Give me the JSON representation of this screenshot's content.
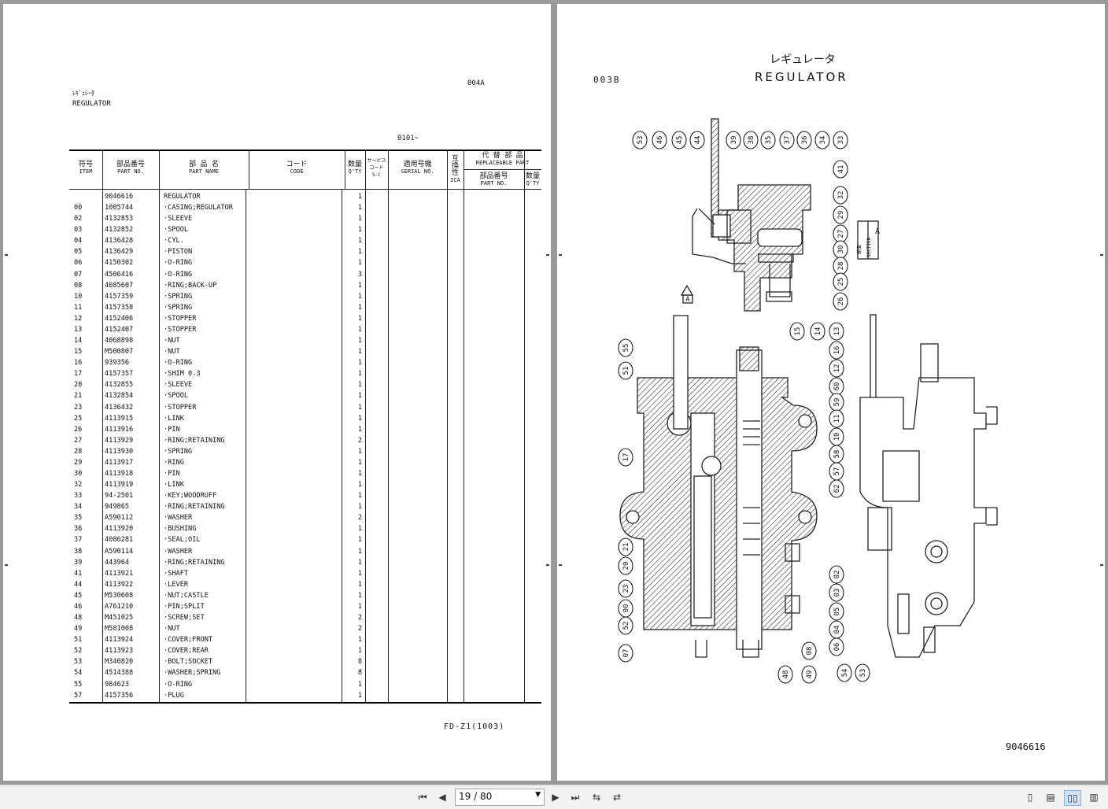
{
  "left_page": {
    "header_jp": "ﾚｷﾞｭﾚｰﾀ",
    "header_en": "REGULATOR",
    "page_code": "004A",
    "serial_range": "0101~",
    "columns": {
      "item_jp": "符号",
      "item_en": "ITEM",
      "part_jp": "部品番号",
      "part_en": "PART NO.",
      "name_jp": "部 品 名",
      "name_en": "PART NAME",
      "code_jp": "コード",
      "code_en": "CODE",
      "qty_jp": "数量",
      "qty_en": "Q'TY",
      "sc_jp": "サービス コード",
      "sc_en": "S-C",
      "serial_jp": "適用号機",
      "serial_en": "SERIAL NO.",
      "ica_jp": "互換性",
      "ica_en": "ICA",
      "repl_jp": "代 替 部 品",
      "repl_en": "REPLACEABLE PART",
      "repl_part_jp": "部品番号",
      "repl_part_en": "PART NO.",
      "repl_qty_jp": "数量",
      "repl_qty_en": "Q'TY"
    },
    "rows": [
      {
        "item": "",
        "part": "9046616",
        "name": "REGULATOR",
        "qty": "1"
      },
      {
        "item": "00",
        "part": "1005744",
        "name": "·CASING;REGULATOR",
        "qty": "1"
      },
      {
        "item": "02",
        "part": "4132853",
        "name": "·SLEEVE",
        "qty": "1"
      },
      {
        "item": "03",
        "part": "4132852",
        "name": "·SPOOL",
        "qty": "1"
      },
      {
        "item": "04",
        "part": "4136428",
        "name": "·CYL.",
        "qty": "1"
      },
      {
        "item": "05",
        "part": "4136429",
        "name": "·PISTON",
        "qty": "1"
      },
      {
        "item": "06",
        "part": "4150302",
        "name": "·O-RING",
        "qty": "1"
      },
      {
        "item": "07",
        "part": "4506416",
        "name": "·O-RING",
        "qty": "3"
      },
      {
        "item": "08",
        "part": "4085607",
        "name": "·RING;BACK-UP",
        "qty": "1"
      },
      {
        "item": "10",
        "part": "4157359",
        "name": "·SPRING",
        "qty": "1"
      },
      {
        "item": "11",
        "part": "4157358",
        "name": "·SPRING",
        "qty": "1"
      },
      {
        "item": "12",
        "part": "4152406",
        "name": "·STOPPER",
        "qty": "1"
      },
      {
        "item": "13",
        "part": "4152407",
        "name": "·STOPPER",
        "qty": "1"
      },
      {
        "item": "14",
        "part": "4068898",
        "name": "·NUT",
        "qty": "1"
      },
      {
        "item": "15",
        "part": "M500807",
        "name": "·NUT",
        "qty": "1"
      },
      {
        "item": "16",
        "part": "939356",
        "name": "·O-RING",
        "qty": "1"
      },
      {
        "item": "17",
        "part": "4157357",
        "name": "·SHIM 0.3",
        "qty": "1"
      },
      {
        "item": "20",
        "part": "4132855",
        "name": "·SLEEVE",
        "qty": "1"
      },
      {
        "item": "21",
        "part": "4132854",
        "name": "·SPOOL",
        "qty": "1"
      },
      {
        "item": "23",
        "part": "4136432",
        "name": "·STOPPER",
        "qty": "1"
      },
      {
        "item": "25",
        "part": "4113915",
        "name": "·LINK",
        "qty": "1"
      },
      {
        "item": "26",
        "part": "4113916",
        "name": "·PIN",
        "qty": "1"
      },
      {
        "item": "27",
        "part": "4113929",
        "name": "·RING;RETAINING",
        "qty": "2"
      },
      {
        "item": "28",
        "part": "4113930",
        "name": "·SPRING",
        "qty": "1"
      },
      {
        "item": "29",
        "part": "4113917",
        "name": "·RING",
        "qty": "1"
      },
      {
        "item": "30",
        "part": "4113918",
        "name": "·PIN",
        "qty": "1"
      },
      {
        "item": "32",
        "part": "4113919",
        "name": "·LINK",
        "qty": "1"
      },
      {
        "item": "33",
        "part": "94-2501",
        "name": "·KEY;WOODRUFF",
        "qty": "1"
      },
      {
        "item": "34",
        "part": "949865",
        "name": "·RING;RETAINING",
        "qty": "1"
      },
      {
        "item": "35",
        "part": "A590112",
        "name": "·WASHER",
        "qty": "2"
      },
      {
        "item": "36",
        "part": "4113920",
        "name": "·BUSHING",
        "qty": "1"
      },
      {
        "item": "37",
        "part": "4086281",
        "name": "·SEAL;OIL",
        "qty": "1"
      },
      {
        "item": "38",
        "part": "A590114",
        "name": "·WASHER",
        "qty": "1"
      },
      {
        "item": "39",
        "part": "443964",
        "name": "·RING;RETAINING",
        "qty": "1"
      },
      {
        "item": "41",
        "part": "4113921",
        "name": "·SHAFT",
        "qty": "1"
      },
      {
        "item": "44",
        "part": "4113922",
        "name": "·LEVER",
        "qty": "1"
      },
      {
        "item": "45",
        "part": "M530608",
        "name": "·NUT;CASTLE",
        "qty": "1"
      },
      {
        "item": "46",
        "part": "A761210",
        "name": "·PIN;SPLIT",
        "qty": "1"
      },
      {
        "item": "48",
        "part": "M451025",
        "name": "·SCREW;SET",
        "qty": "2"
      },
      {
        "item": "49",
        "part": "M581008",
        "name": "·NUT",
        "qty": "2"
      },
      {
        "item": "51",
        "part": "4113924",
        "name": "·COVER;FRONT",
        "qty": "1"
      },
      {
        "item": "52",
        "part": "4113923",
        "name": "·COVER;REAR",
        "qty": "1"
      },
      {
        "item": "53",
        "part": "M340820",
        "name": "·BOLT;SOCKET",
        "qty": "8"
      },
      {
        "item": "54",
        "part": "4514388",
        "name": "·WASHER;SPRING",
        "qty": "8"
      },
      {
        "item": "55",
        "part": "984623",
        "name": "·O-RING",
        "qty": "1"
      },
      {
        "item": "57",
        "part": "4157356",
        "name": "·PLUG",
        "qty": "1"
      }
    ],
    "footer": "FD-Z1(1003)"
  },
  "right_page": {
    "title_jp": "レギュレータ",
    "title_en": "REGULATOR",
    "page_code": "003B",
    "section_jp": "断面",
    "section_en": "SECTION",
    "section_letter": "A",
    "view_arrow_label": "A",
    "assembly_no": "9046616",
    "callouts_top": [
      "53",
      "46",
      "45",
      "44",
      "39",
      "38",
      "35",
      "37",
      "36",
      "34",
      "33",
      "41",
      "32",
      "29",
      "27",
      "30",
      "28",
      "25",
      "26"
    ],
    "callouts_main": [
      "55",
      "51",
      "17",
      "21",
      "20",
      "23",
      "00",
      "52",
      "07",
      "15",
      "14",
      "13",
      "16",
      "12",
      "60",
      "59",
      "11",
      "10",
      "58",
      "57",
      "62",
      "02",
      "03",
      "05",
      "04",
      "06",
      "08",
      "49",
      "48",
      "54",
      "53"
    ]
  },
  "toolbar": {
    "page_value": "19 / 80"
  }
}
